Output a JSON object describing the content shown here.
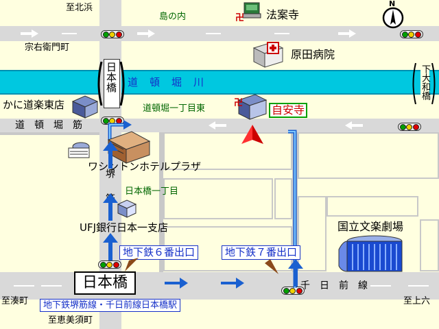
{
  "map": {
    "labels": {
      "kitakitahama": "至北浜",
      "shimanouchi": "島の内",
      "hoanji": "法案寺",
      "souemon": "宗右衛門町",
      "harada_hospital": "原田病院",
      "river": "道　頓　堀　川",
      "kani_doraku": "かに道楽東店",
      "dotonbori_1e": "道頓堀一丁目東",
      "jianji": "自安寺",
      "dotonbori_suji": "道　頓　堀　筋",
      "washington": "ワシントンホテルプラザ",
      "nipponbashi_1": "日本橋一丁目",
      "ufj": "UFJ銀行日本一支店",
      "national_theater": "国立文楽劇場",
      "exit6": "地下鉄６番出口",
      "exit7": "地下鉄７番出口",
      "nipponbashi_main": "日本橋",
      "sennichimae": "千　日　前　線",
      "to_minatomachi": "至湊町",
      "to_uehommachi": "至上六",
      "station_line": "地下鉄堺筋線・千日前線日本橋駅",
      "to_ebisucho": "至恵美須町",
      "bridge_left": "日本橋",
      "bridge_right": "下大和橋",
      "sakaisuji": "堺筋",
      "compass_n": "N"
    },
    "colors": {
      "road": "#d9d9d9",
      "river": "#00c8e0",
      "link_blue": "#1530c8",
      "temple_red": "#cc0000",
      "label_green": "#006600",
      "background": "#ffffe0"
    },
    "icons": [
      "north-compass-icon",
      "temple-icon",
      "hospital-icon",
      "pin-icon",
      "traffic-light-icon",
      "arrow-icon"
    ]
  }
}
